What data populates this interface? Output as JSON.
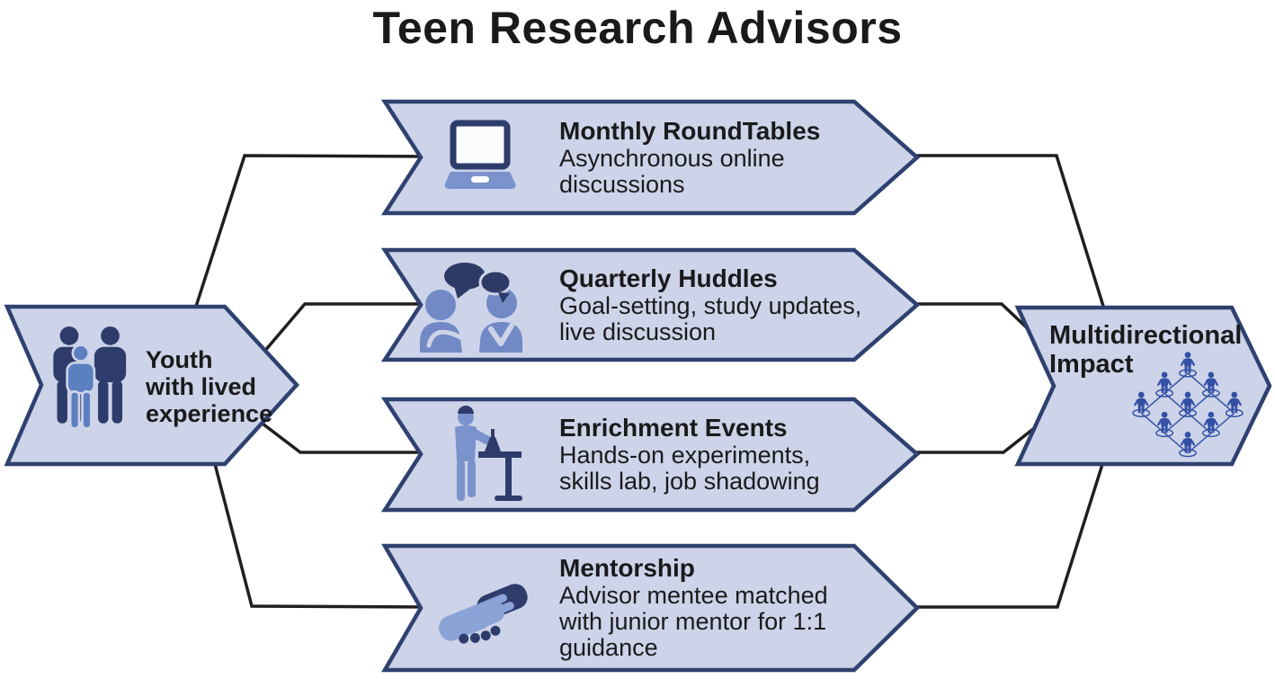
{
  "title": "Teen Research Advisors",
  "source": {
    "label": "Youth with lived experience",
    "lines": [
      "Youth",
      "with lived",
      "experience"
    ],
    "icon": "people-group-icon"
  },
  "activities": [
    {
      "title": "Monthly RoundTables",
      "description": "Asynchronous online discussions",
      "description_lines": [
        "Asynchronous online",
        "discussions"
      ],
      "icon": "laptop-icon"
    },
    {
      "title": "Quarterly Huddles",
      "description": "Goal-setting, study updates, live discussion",
      "description_lines": [
        "Goal-setting, study updates,",
        "live discussion"
      ],
      "icon": "conversation-icon"
    },
    {
      "title": "Enrichment Events",
      "description": "Hands-on experiments, skills lab, job shadowing",
      "description_lines": [
        "Hands-on experiments,",
        "skills lab, job shadowing"
      ],
      "icon": "experiment-icon"
    },
    {
      "title": "Mentorship",
      "description": "Advisor mentee matched with junior mentor for 1:1 guidance",
      "description_lines": [
        "Advisor mentee matched",
        "with junior mentor for 1:1",
        "guidance"
      ],
      "icon": "handshake-icon"
    }
  ],
  "outcome": {
    "label": "Multidirectional Impact",
    "lines": [
      "Multidirectional",
      "Impact"
    ],
    "icon": "people-network-icon"
  },
  "colors": {
    "shape_fill": "#cdd3e8",
    "shape_border": "#2e4170",
    "connector": "#1f1f1f",
    "text": "#1a1a1c",
    "icon_navy": "#2d3c6b",
    "icon_blue": "#7189c5",
    "icon_light_blue": "#8ba3d6",
    "icon_youth_blue": "#5c7fc0",
    "network_blue": "#3350a5"
  }
}
